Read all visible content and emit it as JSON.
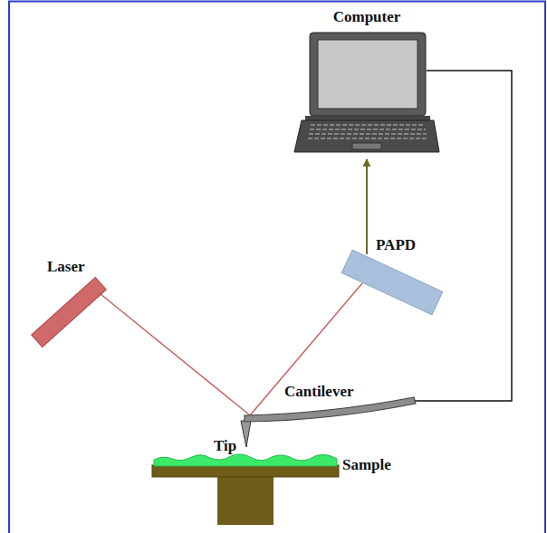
{
  "diagram": {
    "nodes": [
      {
        "text": [
          "Computer"
        ]
      },
      {
        "text": [
          "Laser"
        ]
      },
      {
        "text": [
          "PAPD"
        ]
      },
      {
        "text": [
          "Cantilever"
        ]
      }
    ],
    "edges": [
      {
        "from": 2,
        "to": 0,
        "arrow": "to"
      },
      {
        "from": 3,
        "to": 0,
        "arrow": "none"
      },
      {
        "from": 1,
        "to": 3,
        "arrow": "none"
      },
      {
        "from": 3,
        "to": 2,
        "arrow": "none"
      }
    ],
    "labels": [
      "Tip",
      "Sample"
    ]
  }
}
